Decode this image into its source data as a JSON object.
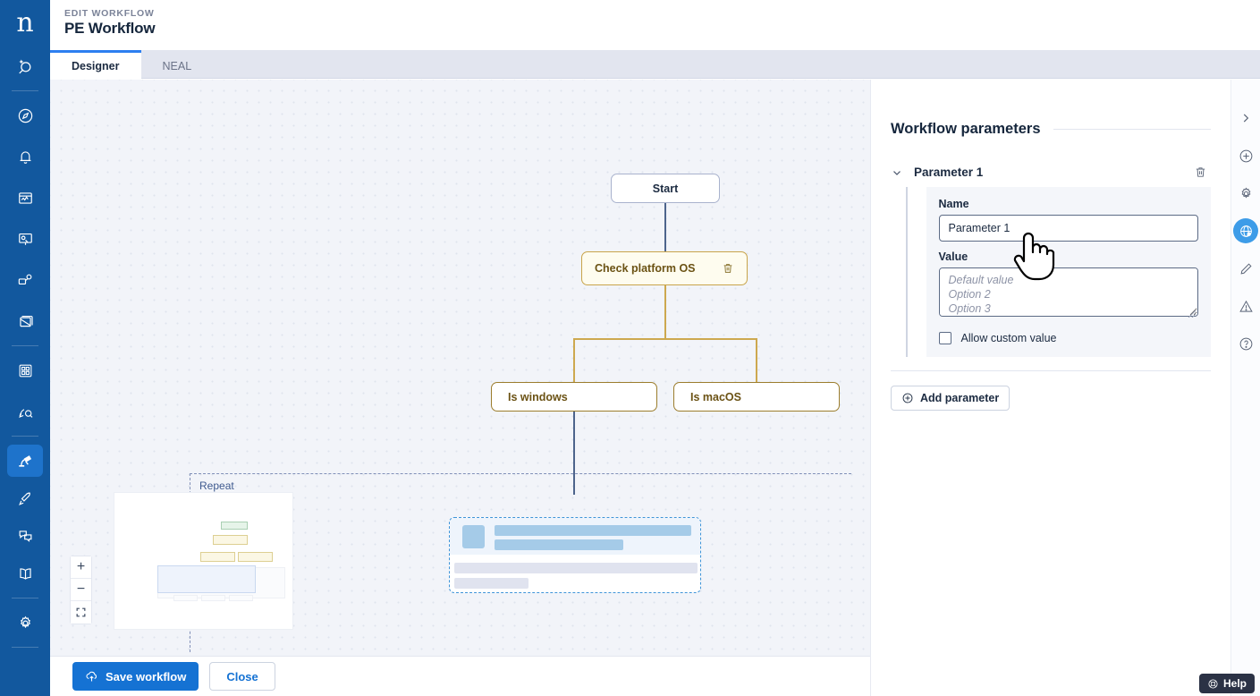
{
  "brand": {
    "logo_text": "n"
  },
  "header": {
    "eyebrow": "EDIT WORKFLOW",
    "title": "PE Workflow"
  },
  "tabs": [
    {
      "label": "Designer",
      "active": true
    },
    {
      "label": "NEAL",
      "active": false
    }
  ],
  "nav_rail": {
    "items": [
      {
        "name": "search-ai-icon",
        "label": "Search"
      },
      {
        "name": "compass-icon",
        "label": "Discover"
      },
      {
        "name": "bell-icon",
        "label": "Notifications"
      },
      {
        "name": "monitoring-icon",
        "label": "Monitoring"
      },
      {
        "name": "whiteboard-icon",
        "label": "Analysis"
      },
      {
        "name": "network-icon",
        "label": "Network"
      },
      {
        "name": "screen-edit-icon",
        "label": "Screens"
      },
      {
        "name": "grid-apps-icon",
        "label": "Applications"
      },
      {
        "name": "inspect-icon",
        "label": "Inspect"
      },
      {
        "name": "workflow-icon",
        "label": "Workflows",
        "active": true
      },
      {
        "name": "rocket-icon",
        "label": "Deploy"
      },
      {
        "name": "chat-icon",
        "label": "Chat"
      },
      {
        "name": "book-icon",
        "label": "Docs"
      },
      {
        "name": "gear-icon",
        "label": "Settings"
      }
    ]
  },
  "canvas": {
    "nodes": [
      {
        "id": "start",
        "label": "Start",
        "type": "start"
      },
      {
        "id": "check",
        "label": "Check platform OS",
        "type": "condition",
        "has_delete": true
      },
      {
        "id": "win",
        "label": "Is windows",
        "type": "branch"
      },
      {
        "id": "mac",
        "label": "Is macOS",
        "type": "branch"
      }
    ],
    "repeat_label": "Repeat",
    "zoom_controls": [
      {
        "name": "zoom-in-button",
        "glyph": "+"
      },
      {
        "name": "zoom-out-button",
        "glyph": "−"
      },
      {
        "name": "fit-to-screen-button",
        "glyph": ""
      }
    ]
  },
  "footer": {
    "save_label": "Save workflow",
    "close_label": "Close"
  },
  "panel": {
    "title": "Workflow parameters",
    "parameter": {
      "header_label": "Parameter 1",
      "name_label": "Name",
      "name_value": "Parameter 1",
      "value_label": "Value",
      "value_placeholder": "Default value\nOption 2\nOption 3",
      "allow_custom_label": "Allow custom value",
      "allow_custom_checked": false
    },
    "add_parameter_label": "Add parameter"
  },
  "icon_rail": {
    "items": [
      {
        "name": "chevron-right-icon",
        "label": "Collapse panel"
      },
      {
        "name": "plus-circle-icon",
        "label": "Add"
      },
      {
        "name": "gear-icon",
        "label": "Settings"
      },
      {
        "name": "globe-settings-icon",
        "label": "Workflow parameters",
        "active": true
      },
      {
        "name": "pencil-icon",
        "label": "Edit"
      },
      {
        "name": "warning-triangle-icon",
        "label": "Issues"
      },
      {
        "name": "question-circle-icon",
        "label": "Help"
      }
    ]
  },
  "help": {
    "label": "Help"
  },
  "colors": {
    "brand_blue": "#12589e",
    "accent_blue": "#1572d3",
    "tab_active_underline": "#2d7ff0",
    "node_gold_border": "#9c7d2d",
    "node_gold_fill": "#fefcef",
    "edge_blue": "#4d648c",
    "edge_gold": "#cda84f",
    "rail_active": "#3d9ce8",
    "help_bg": "#2b3245",
    "canvas_bg": "#f2f4f9"
  }
}
